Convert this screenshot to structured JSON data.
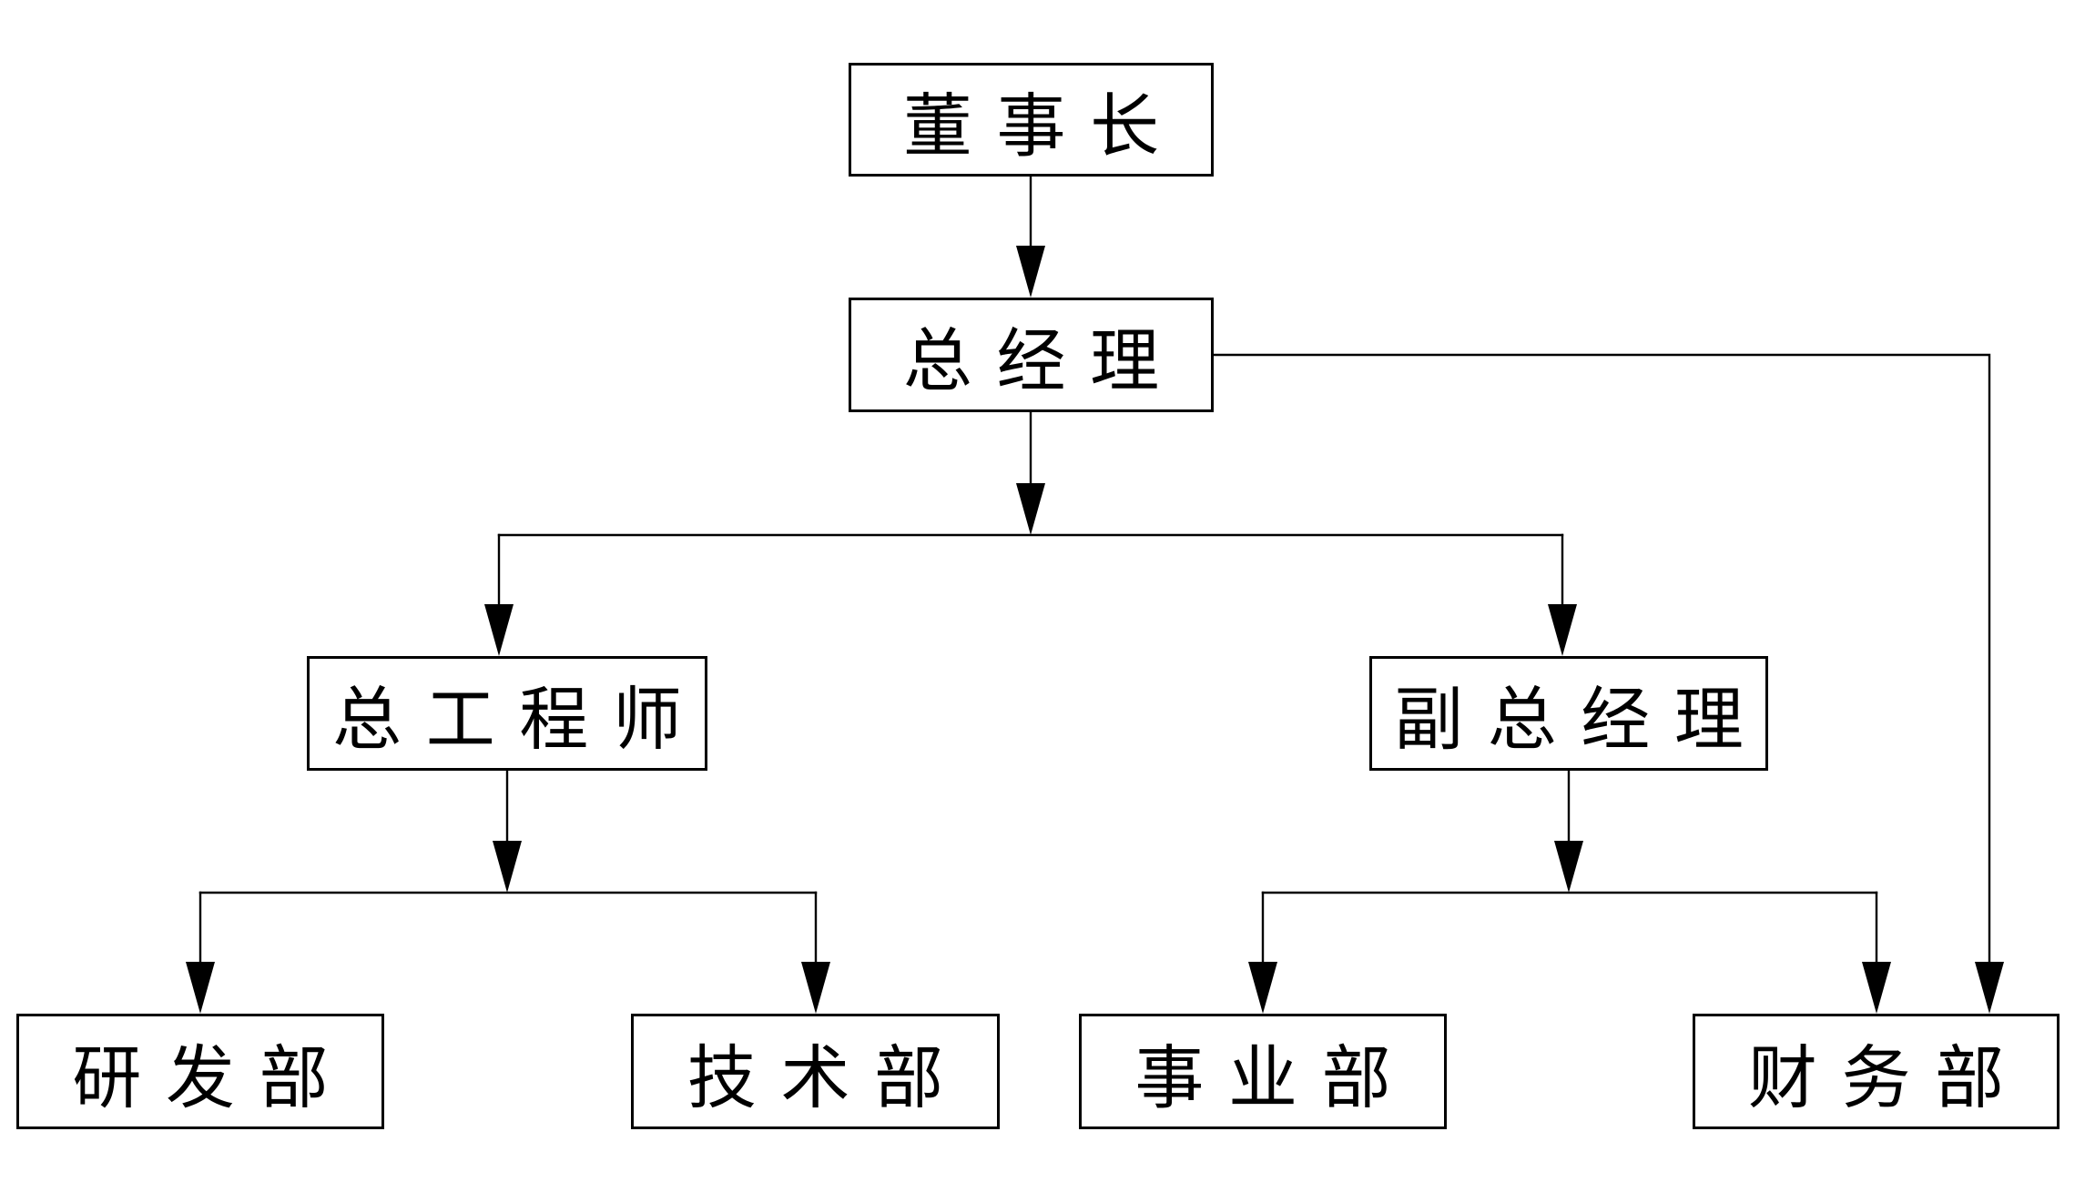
{
  "diagram": {
    "type": "org-chart",
    "background_color": "#ffffff",
    "line_color": "#000000",
    "box_border_color": "#000000",
    "text_color": "#000000",
    "nodes": [
      {
        "id": "chairman",
        "label": "董事长",
        "level": 1
      },
      {
        "id": "general-manager",
        "label": "总经理",
        "level": 2
      },
      {
        "id": "chief-engineer",
        "label": "总工程师",
        "level": 3
      },
      {
        "id": "deputy-general-manager",
        "label": "副总经理",
        "level": 3
      },
      {
        "id": "rd-dept",
        "label": "研发部",
        "level": 4
      },
      {
        "id": "tech-dept",
        "label": "技术部",
        "level": 4
      },
      {
        "id": "business-dept",
        "label": "事业部",
        "level": 4
      },
      {
        "id": "finance-dept",
        "label": "财务部",
        "level": 4
      }
    ],
    "edges": [
      {
        "from": "chairman",
        "to": "general-manager"
      },
      {
        "from": "general-manager",
        "to": "chief-engineer"
      },
      {
        "from": "general-manager",
        "to": "deputy-general-manager"
      },
      {
        "from": "general-manager",
        "to": "finance-dept"
      },
      {
        "from": "chief-engineer",
        "to": "rd-dept"
      },
      {
        "from": "chief-engineer",
        "to": "tech-dept"
      },
      {
        "from": "deputy-general-manager",
        "to": "business-dept"
      },
      {
        "from": "deputy-general-manager",
        "to": "finance-dept"
      }
    ]
  }
}
